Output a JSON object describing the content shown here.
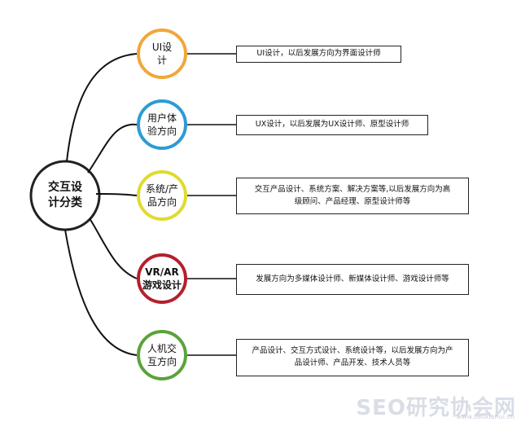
{
  "root": {
    "line1": "交互设",
    "line2": "计分类"
  },
  "categories": [
    {
      "line1": "UI设",
      "line2": "计",
      "color": "#f0a73a",
      "description": [
        "UI设计，以后发展方向为界面设计师"
      ]
    },
    {
      "line1": "用户体",
      "line2": "验方向",
      "color": "#2e9ad6",
      "description": [
        "UX设计，以后发展为UX设计师、原型设计师"
      ]
    },
    {
      "line1": "系统/产",
      "line2": "品方向",
      "color": "#e0db2e",
      "description": [
        "交互产品设计、系统方案、解决方案等,以后发展方向为高",
        "级顾问、产品经理、原型设计师等"
      ]
    },
    {
      "line1": "VR/AR",
      "line2": "游戏设计",
      "color": "#b51f2c",
      "description": [
        "发展方向为多媒体设计师、新媒体设计师、游戏设计师等"
      ]
    },
    {
      "line1": "人机交",
      "line2": "互方向",
      "color": "#5aa33a",
      "description": [
        "产品设计、交互方式设计、系统设计等，以后发展方向为产",
        "品设计师、产品开发、技术人员等"
      ]
    }
  ],
  "watermark": {
    "main": "SEO研究协会网",
    "sub": "www.seoxiehui.cn"
  }
}
